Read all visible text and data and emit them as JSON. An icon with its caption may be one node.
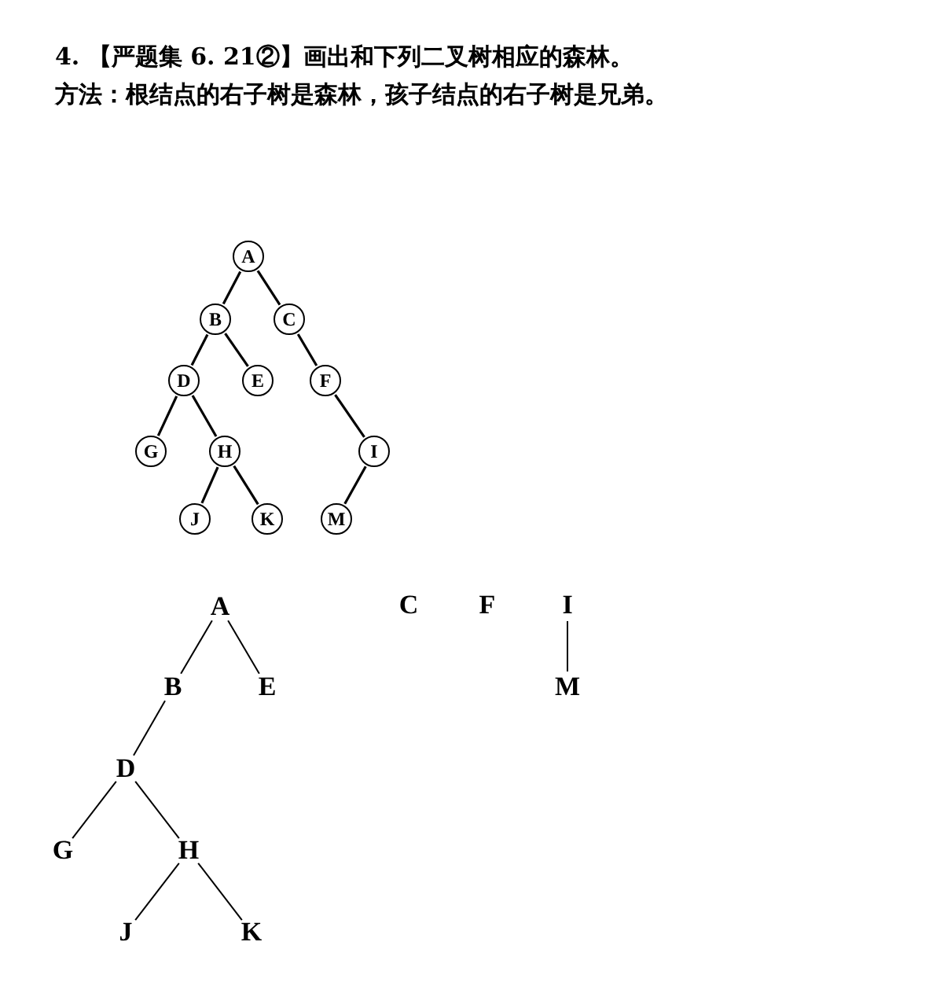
{
  "diagram": {
    "title": "4. 【严题集 6. 21②】画出和下列二叉树相应的森林。",
    "nodes": [
      {
        "text": [
          "A"
        ]
      },
      {
        "text": [
          "B"
        ]
      },
      {
        "text": [
          "C"
        ]
      },
      {
        "text": [
          "D"
        ]
      },
      {
        "text": [
          "E"
        ]
      },
      {
        "text": [
          "F"
        ]
      },
      {
        "text": [
          "G"
        ]
      },
      {
        "text": [
          "H"
        ]
      },
      {
        "text": [
          "I"
        ]
      },
      {
        "text": [
          "J"
        ]
      },
      {
        "text": [
          "K"
        ]
      },
      {
        "text": [
          "M"
        ]
      },
      {
        "text": [
          "A"
        ]
      },
      {
        "text": [
          "B"
        ]
      },
      {
        "text": [
          "E"
        ]
      },
      {
        "text": [
          "D"
        ]
      },
      {
        "text": [
          "G"
        ]
      },
      {
        "text": [
          "H"
        ]
      },
      {
        "text": [
          "J"
        ]
      },
      {
        "text": [
          "K"
        ]
      },
      {
        "text": [
          "C"
        ]
      },
      {
        "text": [
          "F"
        ]
      },
      {
        "text": [
          "I"
        ]
      },
      {
        "text": [
          "M"
        ]
      }
    ],
    "edges": [
      {
        "from": 0,
        "to": 1,
        "arrow": "none"
      },
      {
        "from": 0,
        "to": 2,
        "arrow": "none"
      },
      {
        "from": 1,
        "to": 3,
        "arrow": "none"
      },
      {
        "from": 1,
        "to": 4,
        "arrow": "none"
      },
      {
        "from": 2,
        "to": 5,
        "arrow": "none"
      },
      {
        "from": 3,
        "to": 6,
        "arrow": "none"
      },
      {
        "from": 3,
        "to": 7,
        "arrow": "none"
      },
      {
        "from": 5,
        "to": 8,
        "arrow": "none"
      },
      {
        "from": 7,
        "to": 9,
        "arrow": "none"
      },
      {
        "from": 7,
        "to": 10,
        "arrow": "none"
      },
      {
        "from": 8,
        "to": 11,
        "arrow": "none"
      },
      {
        "from": 12,
        "to": 13,
        "arrow": "none"
      },
      {
        "from": 12,
        "to": 14,
        "arrow": "none"
      },
      {
        "from": 13,
        "to": 15,
        "arrow": "none"
      },
      {
        "from": 15,
        "to": 16,
        "arrow": "none"
      },
      {
        "from": 15,
        "to": 17,
        "arrow": "none"
      },
      {
        "from": 17,
        "to": 18,
        "arrow": "none"
      },
      {
        "from": 17,
        "to": 19,
        "arrow": "none"
      },
      {
        "from": 22,
        "to": 23,
        "arrow": "none"
      }
    ],
    "labels": [
      "方法：根结点的右子树是森林，孩子结点的右子树是兄弟。"
    ]
  }
}
